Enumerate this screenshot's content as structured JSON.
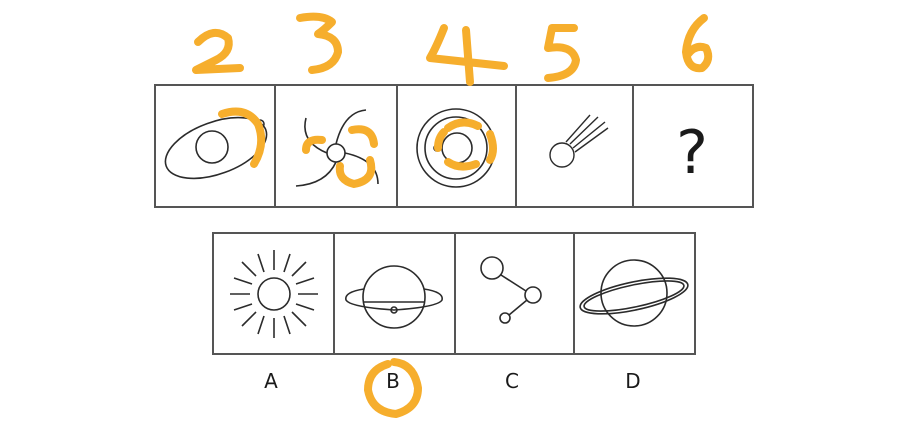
{
  "annotations": {
    "numbers": [
      "2",
      "3",
      "4",
      "5",
      "6"
    ],
    "selected_option": "B"
  },
  "question": {
    "unknown_symbol": "?"
  },
  "options": [
    {
      "label": "A",
      "figure": "sun-icon"
    },
    {
      "label": "B",
      "figure": "planet-flat-ring-icon"
    },
    {
      "label": "C",
      "figure": "molecule-icon"
    },
    {
      "label": "D",
      "figure": "saturn-icon"
    }
  ],
  "colors": {
    "ink": "#2b2b2b",
    "grid": "#555555",
    "annotation": "#F6AE2D"
  }
}
